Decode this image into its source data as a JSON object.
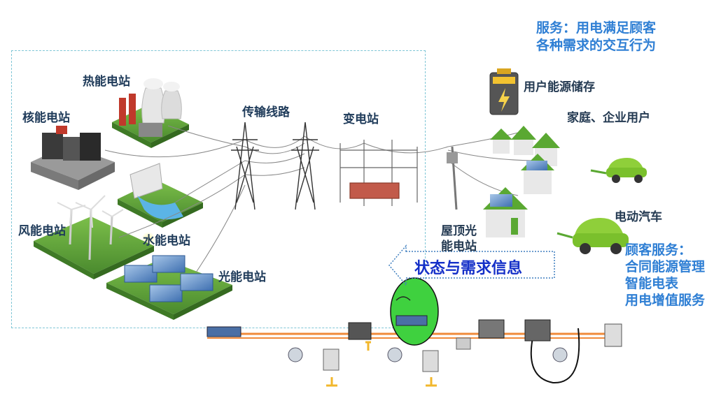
{
  "service": {
    "line1": "服务：用电满足顾客",
    "line2": "各种需求的交互行为"
  },
  "labels": {
    "thermal": "热能电站",
    "nuclear": "核能电站",
    "transmission": "传输线路",
    "substation": "变电站",
    "storage": "用户能源储存",
    "home_business": "家庭、企业用户",
    "wind": "风能电站",
    "hydro": "水能电站",
    "solar": "光能电站",
    "rooftop_line1": "屋顶光",
    "rooftop_line2": "能电站",
    "ev": "电动汽车"
  },
  "status_banner": "状态与需求信息",
  "customer_service": {
    "title": "顾客服务：",
    "items": [
      "合同能源管理",
      "智能电表",
      "用电增值服务"
    ]
  },
  "colors": {
    "accent_blue": "#2f7fd4",
    "banner_blue": "#1530c8",
    "bus_orange": "#f08a3a",
    "grass_green": "#5d9a3c",
    "house_green": "#5aa832"
  }
}
